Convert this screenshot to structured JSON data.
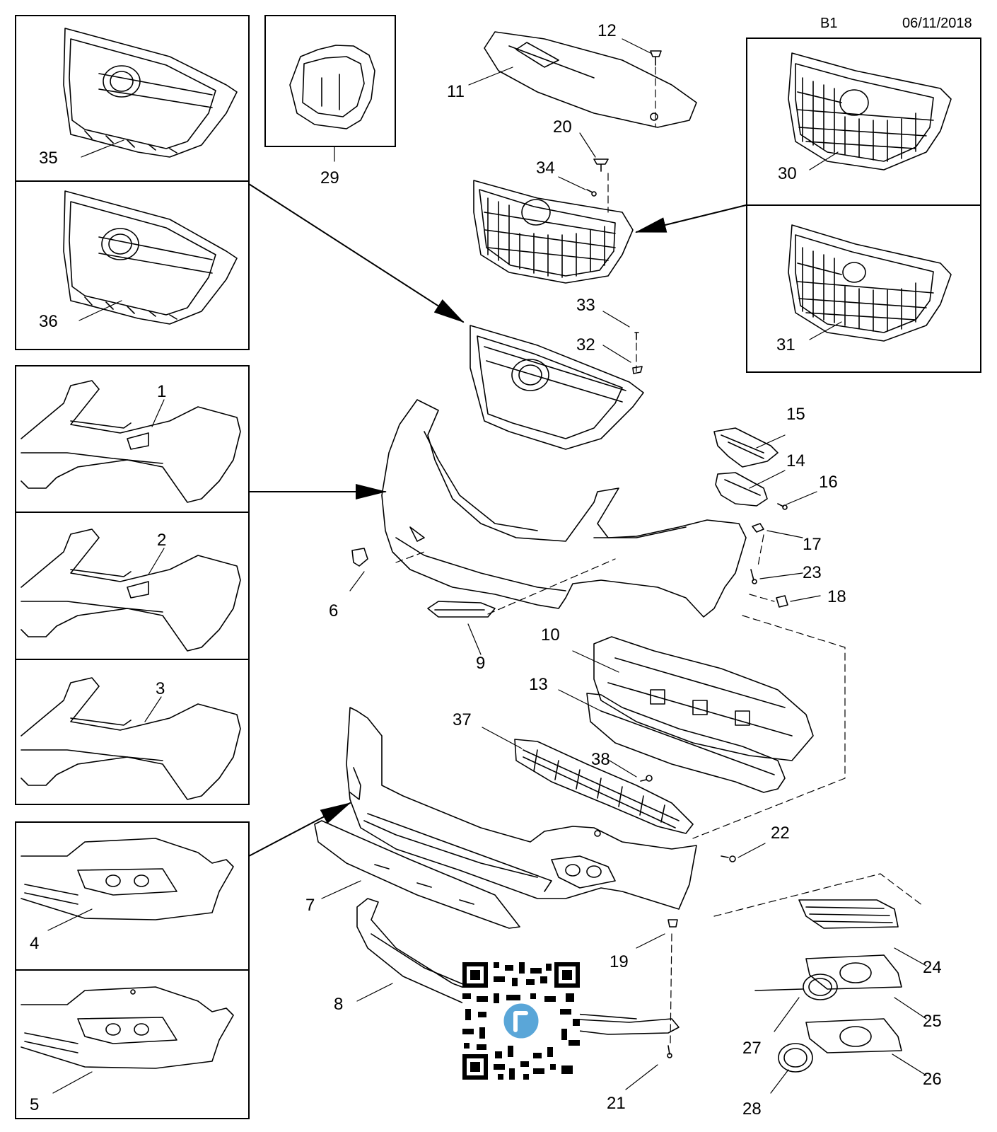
{
  "header": {
    "code": "B1",
    "date": "06/11/2018"
  },
  "colors": {
    "line": "#000000",
    "background": "#ffffff",
    "qr_badge": "#5aa6d8"
  },
  "callouts": {
    "n1": "1",
    "n2": "2",
    "n3": "3",
    "n4": "4",
    "n5": "5",
    "n6": "6",
    "n7": "7",
    "n8": "8",
    "n9": "9",
    "n10": "10",
    "n11": "11",
    "n12": "12",
    "n13": "13",
    "n14": "14",
    "n15": "15",
    "n16": "16",
    "n17": "17",
    "n18": "18",
    "n19": "19",
    "n20": "20",
    "n21": "21",
    "n22": "22",
    "n23": "23",
    "n24": "24",
    "n25": "25",
    "n26": "26",
    "n27": "27",
    "n28": "28",
    "n29": "29",
    "n30": "30",
    "n31": "31",
    "n32": "32",
    "n33": "33",
    "n34": "34",
    "n35": "35",
    "n36": "36",
    "n37": "37",
    "n38": "38"
  },
  "qr_code": {
    "icon": "qr-code-icon",
    "badge_icon": "globe-badge-icon"
  }
}
